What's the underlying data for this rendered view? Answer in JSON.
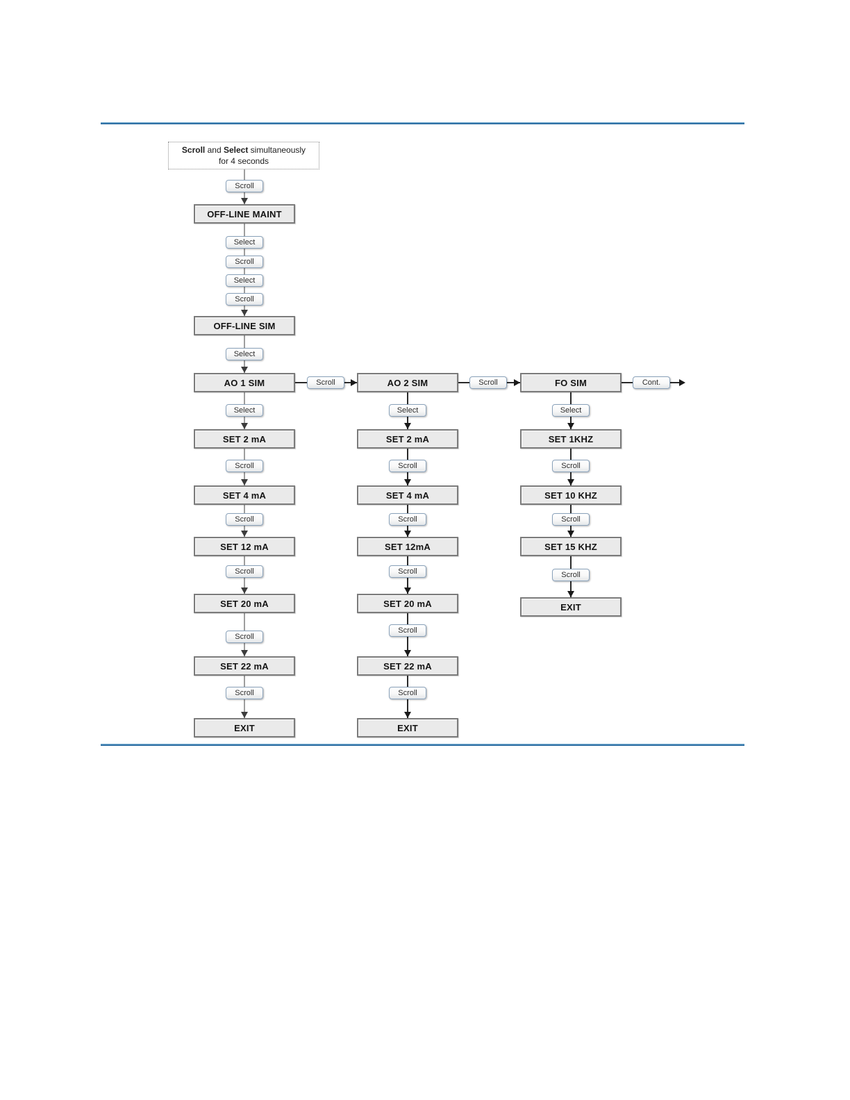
{
  "colors": {
    "divider_blue": "#1f639b",
    "node_fill": "#eaeaea",
    "node_border": "#7b7b7b",
    "button_border": "#8ba3bb",
    "connector_gray": "#9e9e9e",
    "connector_dark": "#2a2a2a"
  },
  "labels": {
    "scroll": "Scroll",
    "select": "Select",
    "cont": "Cont."
  },
  "start_note": {
    "bold1": "Scroll",
    "join": " and ",
    "bold2": "Select",
    "tail": " simultaneously",
    "line2": "for 4 seconds"
  },
  "nodes": {
    "off_line_maint": "OFF-LINE MAINT",
    "off_line_sim": "OFF-LINE SIM",
    "ao1": "AO 1 SIM",
    "ao2": "AO 2 SIM",
    "fo": "FO SIM",
    "ao1_steps": [
      "SET 2 mA",
      "SET 4 mA",
      "SET 12 mA",
      "SET 20 mA",
      "SET 22 mA",
      "EXIT"
    ],
    "ao2_steps": [
      "SET 2 mA",
      "SET 4 mA",
      "SET 12mA",
      "SET 20 mA",
      "SET 22 mA",
      "EXIT"
    ],
    "fo_steps": [
      "SET 1KHZ",
      "SET 10 KHZ",
      "SET 15 KHZ",
      "EXIT"
    ]
  }
}
